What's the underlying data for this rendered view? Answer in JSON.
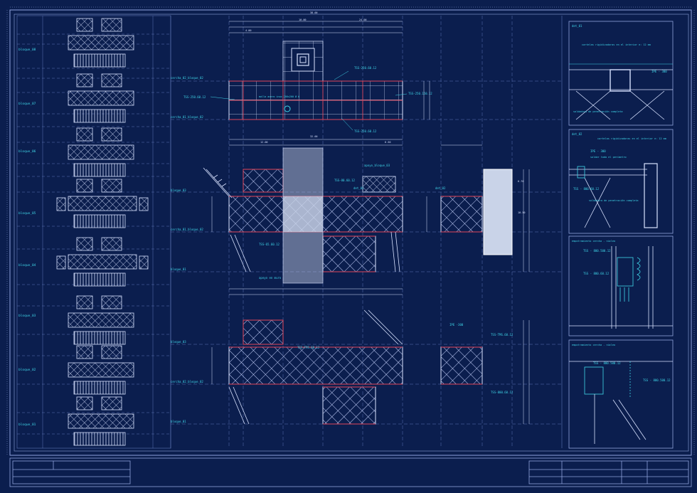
{
  "colors": {
    "background": "#0b1e4e",
    "line": "#d8e2ff",
    "faint": "#5d73b4",
    "cyan": "#3fd6e8",
    "red": "#e0455a",
    "highlight": "#c9d3e8"
  },
  "left_labels": {
    "bloque_08": "bloque_08",
    "bloque_07": "bloque_07",
    "bloque_06": "bloque_06",
    "bloque_05": "bloque_05",
    "bloque_04": "bloque_04",
    "bloque_03": "bloque_03",
    "bloque_02": "bloque_02",
    "bloque_01": "bloque_01"
  },
  "level_labels": {
    "cercha_02_bloque_02_top": "cercha_02_bloque_02",
    "cercha_01_bloque_02_top": "cercha_01_bloque_02",
    "bloque_03_mid": "bloque_03",
    "cercha_01_bloque_02_mid": "cercha_01_bloque_02",
    "bloque_01_mid": "bloque_01",
    "bloque_03_low": "bloque_03",
    "cercha_02_bloque_02_low": "cercha_02_bloque_02",
    "bloque_01_low": "bloque_01"
  },
  "callouts": {
    "tss_250_top": "TSS-250.60.12",
    "tss_250_right": "TSS-250.150.12",
    "tss_250_left": "TSS-250.60.12",
    "tss_250_bottom": "TSS-250.60.12",
    "malla_note": "malla acero inox 200x200 Ø 6",
    "tss_80": "TSS-80.60.12",
    "tss_65": "TSS-65.60.12",
    "apoyo_bloque": "apoyo_bloque_03",
    "det_01": "det_01",
    "det_02": "det_02",
    "apoyo_muro": "apoyo en muro",
    "ipe_300": "IPE -300",
    "tss_mid_1": "TSS-TMS.60.12",
    "tss_mid_2": "TSS-800.60.12",
    "tss_low_1": "TSS-TMS.60.12"
  },
  "details": {
    "d1_title": "det_01",
    "d1_note": "cartelas rigidizadoras en el interior  e: 12 mm",
    "d1_ipe": "IPE - 300",
    "d1_weld": "soldadura de penetración completa",
    "d2_title": "det_02",
    "d2_note": "cartelas rigidizadoras en el interior  e: 12 mm",
    "d2_ipe": "IPE - 300",
    "d2_weld1": "soldar todo el perímetro",
    "d2_weld2": "soldadura de penetración completa",
    "d2_tss": "TSS - 800.60.12",
    "d3_title": "empotramiento cercha - núcleo",
    "d3_tss1": "TSS - 800.500.12",
    "d3_tss2": "TSS - 800.60.12",
    "d4_title": "empotramiento cercha - núcleo",
    "d4_tss1": "TSS - 800.500.12",
    "d4_tss2": "TSS - 800.500.12"
  },
  "dimensions": {
    "total_top": "38.00",
    "dim_a": "24.00",
    "dim_b": "10.00",
    "dim_c": "4.00",
    "dim_d": "6.50",
    "dim_e": "12.00",
    "dim_f": "32.00",
    "dim_g": "6.70",
    "dim_h": "10.50"
  }
}
